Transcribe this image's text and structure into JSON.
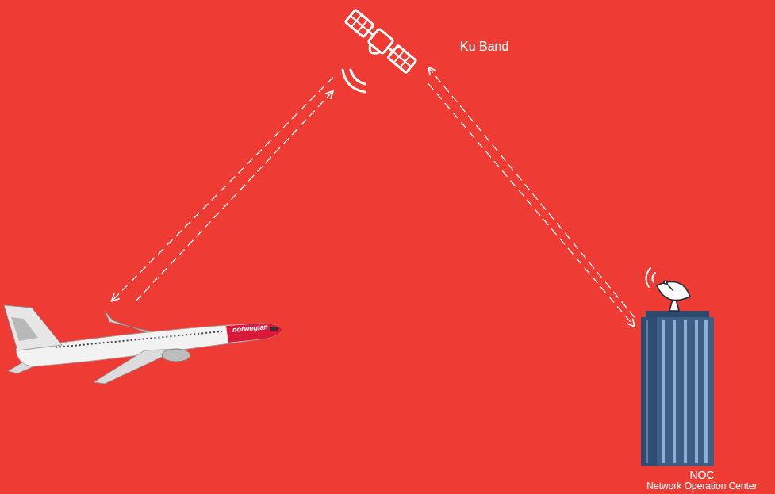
{
  "diagram": {
    "nodes": [
      {
        "text": [
          "Ku Band"
        ]
      },
      {
        "text": [
          "norwegian"
        ]
      },
      {
        "text": [
          "NOC",
          "Network Operation Center"
        ]
      }
    ],
    "edges": [
      {
        "from": 0,
        "to": 1,
        "arrow": "to"
      },
      {
        "from": 1,
        "to": 0,
        "arrow": "to"
      },
      {
        "from": 2,
        "to": 0,
        "arrow": "to"
      },
      {
        "from": 0,
        "to": 2,
        "arrow": "to"
      }
    ]
  }
}
